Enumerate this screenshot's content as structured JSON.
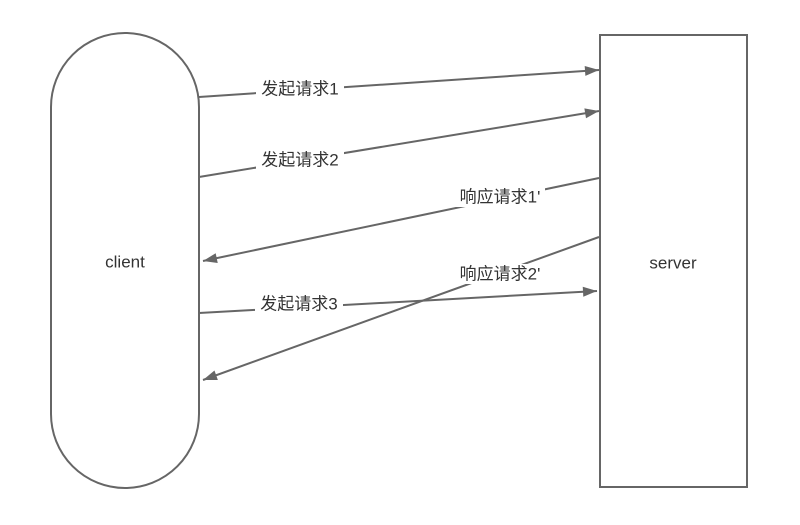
{
  "diagram": {
    "type": "sequence-communication-diagram",
    "nodes": [
      {
        "id": "client",
        "label": "client",
        "shape": "stadium"
      },
      {
        "id": "server",
        "label": "server",
        "shape": "rectangle"
      }
    ],
    "edges": [
      {
        "id": "request-1",
        "label": "发起请求1",
        "from": "client",
        "to": "server",
        "direction": "right"
      },
      {
        "id": "request-2",
        "label": "发起请求2",
        "from": "client",
        "to": "server",
        "direction": "right"
      },
      {
        "id": "response-1",
        "label": "响应请求1'",
        "from": "server",
        "to": "client",
        "direction": "left"
      },
      {
        "id": "response-2",
        "label": "响应请求2'",
        "from": "server",
        "to": "client",
        "direction": "left"
      },
      {
        "id": "request-3",
        "label": "发起请求3",
        "from": "client",
        "to": "server",
        "direction": "right"
      }
    ],
    "colors": {
      "line": "#666666",
      "node_border": "#666666",
      "text": "#333333",
      "background": "#ffffff"
    }
  }
}
